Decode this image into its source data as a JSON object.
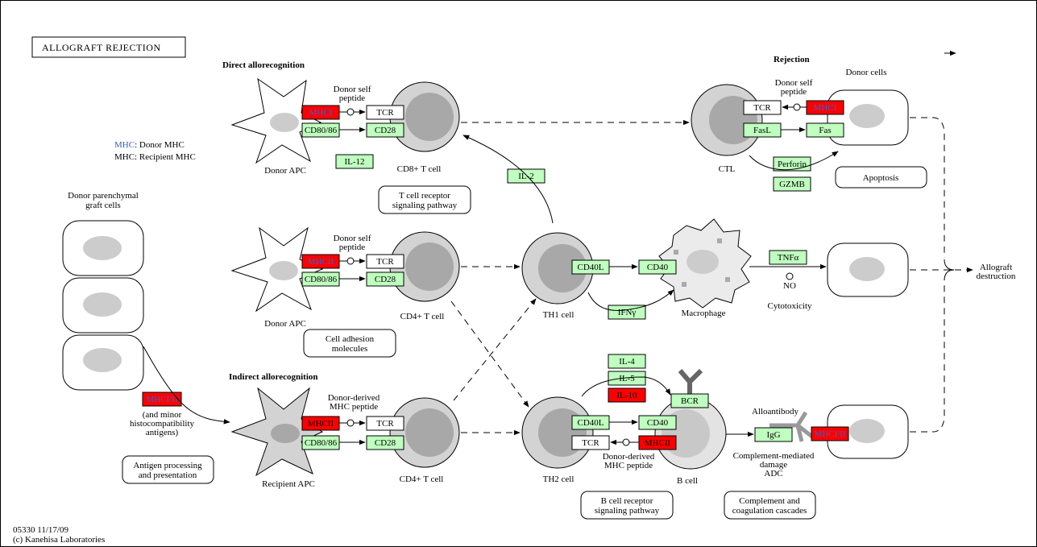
{
  "title": "ALLOGRAFT REJECTION",
  "legend": {
    "donor_mhc": "MHC",
    "donor_mhc_rest": ": Donor MHC",
    "recipient_mhc": "MHC: Recipient MHC",
    "donor_color": "#3060c0"
  },
  "footer": {
    "map_id": "05330 11/17/09",
    "copyright": "(c) Kanehisa Laboratories"
  },
  "colors": {
    "upregulated": "#ff0000",
    "gene": "#bfffbf",
    "mhc_text": "#3a5fcd"
  },
  "sections": {
    "direct": "Direct allorecognition",
    "indirect": "Indirect allorecognition",
    "rejection": "Rejection"
  },
  "labels": {
    "donor_self_peptide_1": "Donor self",
    "donor_self_peptide_2": "peptide",
    "donor_apc": "Donor APC",
    "recipient_apc": "Recipient APC",
    "cd8_t_cell": "CD8+ T cell",
    "cd4_t_cell": "CD4+ T cell",
    "th1_cell": "TH1 cell",
    "th2_cell": "TH2 cell",
    "ctl": "CTL",
    "macrophage": "Macrophage",
    "b_cell": "B cell",
    "donor_cells": "Donor cells",
    "donor_parenchymal_1": "Donor parenchymal",
    "donor_parenchymal_2": "graft cells",
    "donor_derived_1": "Donor-derived",
    "donor_derived_2": "MHC peptide",
    "minor_1": "(and minor",
    "minor_2": "histocompatibility",
    "minor_3": "antigens)",
    "cytotoxicity": "Cytotoxicity",
    "no": "NO",
    "alloantibody": "Alloantibody",
    "complement_1": "Complement-mediated",
    "complement_2": "damage",
    "complement_3": "ADC",
    "allograft_1": "Allograft",
    "allograft_2": "destruction"
  },
  "genes": {
    "mhci_1": "MHCI",
    "cd80_1": "CD80/86",
    "tcr_1": "TCR",
    "cd28_1": "CD28",
    "il12": "IL-12",
    "mhcii_2": "MHCII",
    "cd80_2": "CD80/86",
    "tcr_2": "TCR",
    "cd28_2": "CD28",
    "mhcii_3": "MHCII",
    "cd80_3": "CD80/86",
    "tcr_3": "TCR",
    "cd28_3": "CD28",
    "mhcii_graft": "MHCI/II",
    "il2": "IL-2",
    "cd40l_th1": "CD40L",
    "cd40_mac": "CD40",
    "ifng": "IFNγ",
    "tnfa": "TNFα",
    "tcr_ctl": "TCR",
    "mhci_ctl": "MHCI",
    "fasl": "FasL",
    "fas": "Fas",
    "perforin": "Perforin",
    "gzmb": "GZMB",
    "il4": "IL-4",
    "il5": "IL-5",
    "il10": "IL-10",
    "bcr": "BCR",
    "cd40l_th2": "CD40L",
    "cd40_b": "CD40",
    "tcr_th2": "TCR",
    "mhcii_b": "MHCII",
    "igg": "IgG",
    "mhci_ii_target": "MHCI/II"
  },
  "pathways": {
    "tcr_path_1": "T cell receptor",
    "tcr_path_2": "signaling pathway",
    "adhesion_1": "Cell adhesion",
    "adhesion_2": "molecules",
    "antigen_1": "Antigen processing",
    "antigen_2": "and presentation",
    "apoptosis": "Apoptosis",
    "bcr_path_1": "B cell receptor",
    "bcr_path_2": "signaling pathway",
    "compl_1": "Complement and",
    "compl_2": "coagulation cascades"
  }
}
